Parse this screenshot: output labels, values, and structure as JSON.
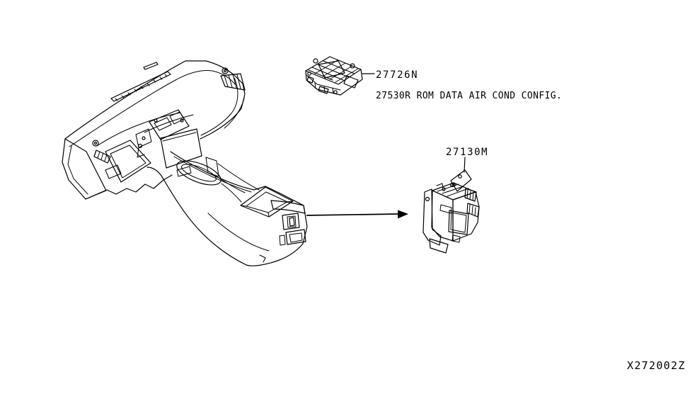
{
  "page": {
    "background_color": "#ffffff",
    "ink_color": "#000000"
  },
  "callouts": {
    "part_27726n": "27726N",
    "config_note": "27530R ROM DATA AIR COND CONFIG.",
    "part_27130m": "27130M",
    "drawing_ref": "X272002Z"
  },
  "figures": [
    {
      "name": "instrument-panel-and-center-console",
      "style": "black line art, isometric"
    },
    {
      "name": "config-module",
      "callout": "27726N"
    },
    {
      "name": "amplifier-control-unit",
      "callout": "27130M"
    },
    {
      "name": "location-arrow",
      "from": "console rear face",
      "to": "amplifier-control-unit"
    }
  ]
}
